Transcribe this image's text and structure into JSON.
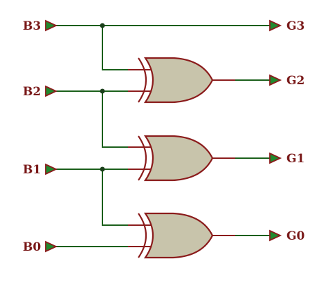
{
  "inputs": [
    {
      "id": "b3",
      "label": "B3"
    },
    {
      "id": "b2",
      "label": "B2"
    },
    {
      "id": "b1",
      "label": "B1"
    },
    {
      "id": "b0",
      "label": "B0"
    }
  ],
  "outputs": [
    {
      "id": "g3",
      "label": "G3"
    },
    {
      "id": "g2",
      "label": "G2"
    },
    {
      "id": "g1",
      "label": "G1"
    },
    {
      "id": "g0",
      "label": "G0"
    }
  ],
  "gates": [
    {
      "id": "xor-gate-1",
      "type": "XOR",
      "in": [
        "B3",
        "B2"
      ],
      "out": "G2"
    },
    {
      "id": "xor-gate-2",
      "type": "XOR",
      "in": [
        "B2",
        "B1"
      ],
      "out": "G1"
    },
    {
      "id": "xor-gate-3",
      "type": "XOR",
      "in": [
        "B1",
        "B0"
      ],
      "out": "G0"
    }
  ],
  "colors": {
    "label": "#7a1a1a",
    "wire": "#1a5f1a",
    "gate_fill": "#c8c4ab",
    "gate_stroke": "#8b1c1c",
    "pin_fill": "#1f8a2e"
  }
}
